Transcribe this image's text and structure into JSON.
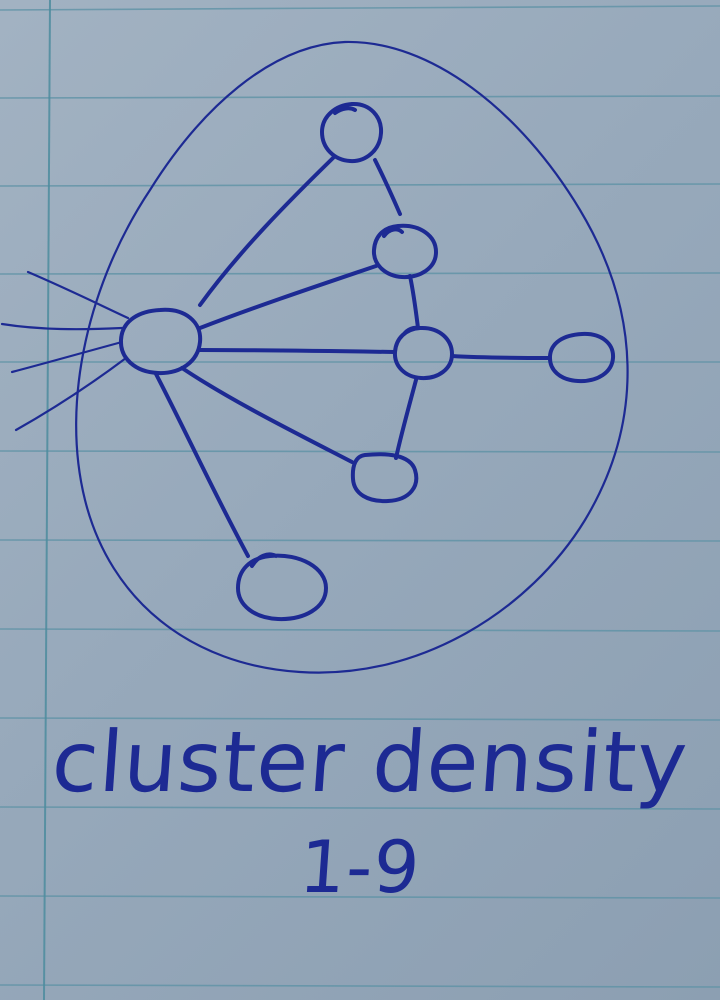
{
  "diagram": {
    "caption": {
      "title": "cluster density",
      "range": "1-9"
    },
    "colors": {
      "ink": "#1d2a93",
      "paper": "#9aabbd",
      "rule": "#5f93a6"
    },
    "nodes": [
      {
        "id": "hub"
      },
      {
        "id": "top"
      },
      {
        "id": "upper-mid"
      },
      {
        "id": "center-right"
      },
      {
        "id": "far-right"
      },
      {
        "id": "lower-mid"
      },
      {
        "id": "bottom"
      }
    ],
    "edges": [
      {
        "from": "hub",
        "to": "top"
      },
      {
        "from": "hub",
        "to": "upper-mid"
      },
      {
        "from": "hub",
        "to": "center-right"
      },
      {
        "from": "hub",
        "to": "lower-mid"
      },
      {
        "from": "hub",
        "to": "bottom"
      },
      {
        "from": "top",
        "to": "upper-mid"
      },
      {
        "from": "upper-mid",
        "to": "center-right"
      },
      {
        "from": "center-right",
        "to": "far-right"
      },
      {
        "from": "center-right",
        "to": "lower-mid"
      }
    ],
    "external_links_from_hub": 4
  }
}
